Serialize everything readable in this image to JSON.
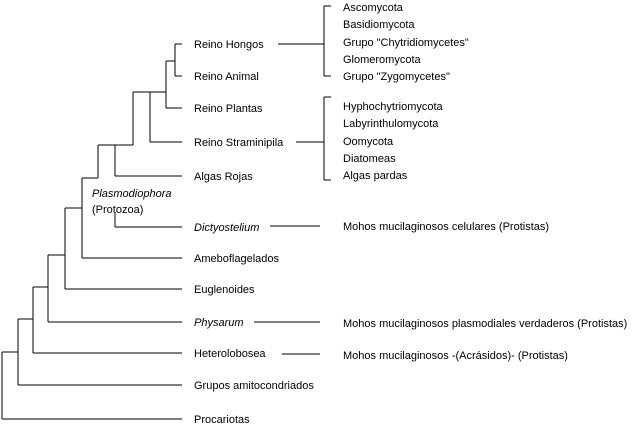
{
  "tree": {
    "kingdoms": {
      "fungi": "Reino Hongos",
      "animal": "Reino Animal",
      "plants": "Reino Plantas",
      "stramenopiles": "Reino Straminipila",
      "red_algae": "Algas Rojas"
    },
    "plasmodiophora": {
      "name": "Plasmodiophora",
      "note": "(Protozoa)"
    },
    "dictyostelium": "Dictyostelium",
    "ameboflagellates": "Ameboflagelados",
    "euglenoids": "Euglenoides",
    "physarum": "Physarum",
    "heterolobosea": "Heterolobosea",
    "amitochondriate": "Grupos amitocondriados",
    "prokaryotes": "Procariotas"
  },
  "fungi_groups": [
    "Ascomycota",
    "Basidiomycota",
    "Grupo \"Chytridiomycetes\"",
    "Glomeromycota",
    "Grupo \"Zygomycetes\""
  ],
  "straminipila_groups": [
    "Hyphochytriomycota",
    "Labyrinthulomycota",
    "Oomycota",
    "Diatomeas",
    "Algas pardas"
  ],
  "annotations": {
    "dictyostelium": "Mohos mucilaginosos celulares (Protistas)",
    "physarum": "Mohos mucilaginosos plasmodiales verdaderos (Protistas)",
    "heterolobosea": "Mohos mucilaginosos -(Acrásidos)- (Protistas)"
  }
}
